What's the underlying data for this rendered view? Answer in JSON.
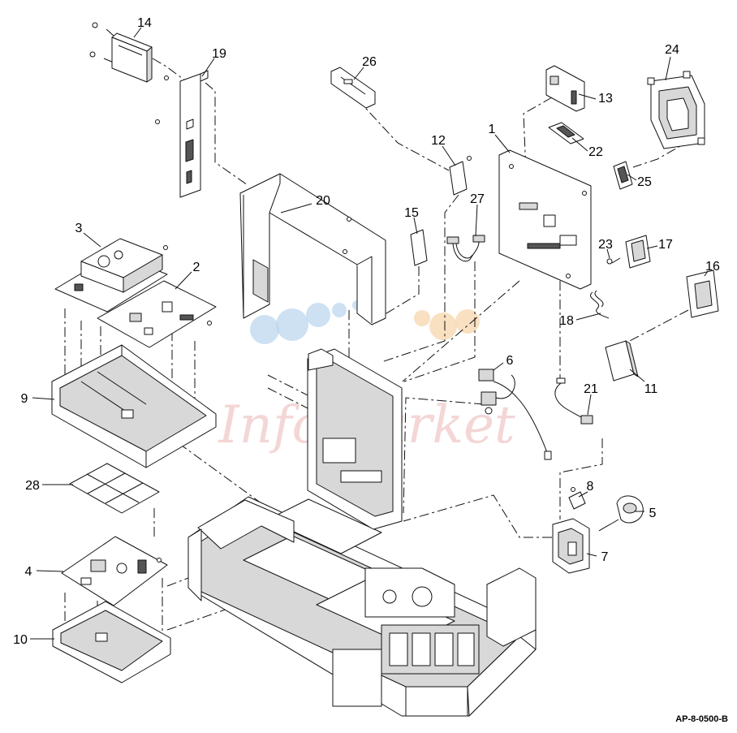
{
  "diagram": {
    "figure_id": "AP-8-0500-B",
    "watermark": "InfoMarket"
  },
  "callouts": {
    "p1": "1",
    "p2": "2",
    "p3": "3",
    "p4": "4",
    "p5": "5",
    "p6": "6",
    "p7": "7",
    "p8": "8",
    "p9": "9",
    "p10": "10",
    "p11": "11",
    "p12": "12",
    "p13": "13",
    "p14": "14",
    "p15": "15",
    "p16": "16",
    "p17": "17",
    "p18": "18",
    "p19": "19",
    "p20": "20",
    "p21": "21",
    "p22": "22",
    "p23": "23",
    "p24": "24",
    "p25": "25",
    "p26": "26",
    "p27": "27",
    "p28": "28"
  },
  "colors": {
    "line": "#111111",
    "watermark_text": "#f1c9c9",
    "watermark_blue": "#b9d4ee",
    "watermark_orange": "#f6d3a6"
  }
}
